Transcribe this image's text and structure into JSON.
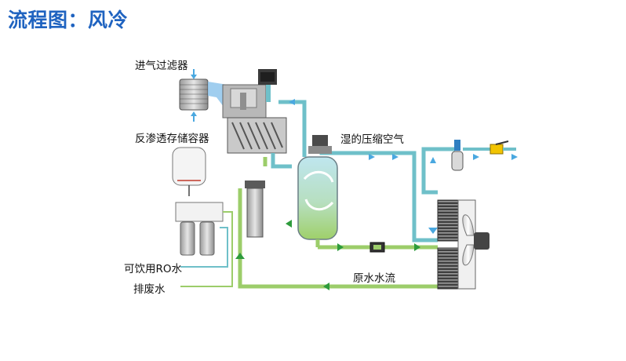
{
  "title": "流程图：风冷",
  "labels": {
    "air_filter": "进气过滤器",
    "ro_tank": "反渗透存储容器",
    "wet_air": "湿的压缩空气",
    "ro_water": "可饮用RO水",
    "drain_water": "排废水",
    "raw_water_flow": "原水水流"
  },
  "colors": {
    "title": "#1f63c0",
    "air_pipe": "#6fc0c9",
    "air_arrow": "#4aa8e0",
    "water_pipe": "#9ccd6a",
    "water_arrow": "#2e9b3c",
    "cooled_air": "#2f7fc1"
  }
}
